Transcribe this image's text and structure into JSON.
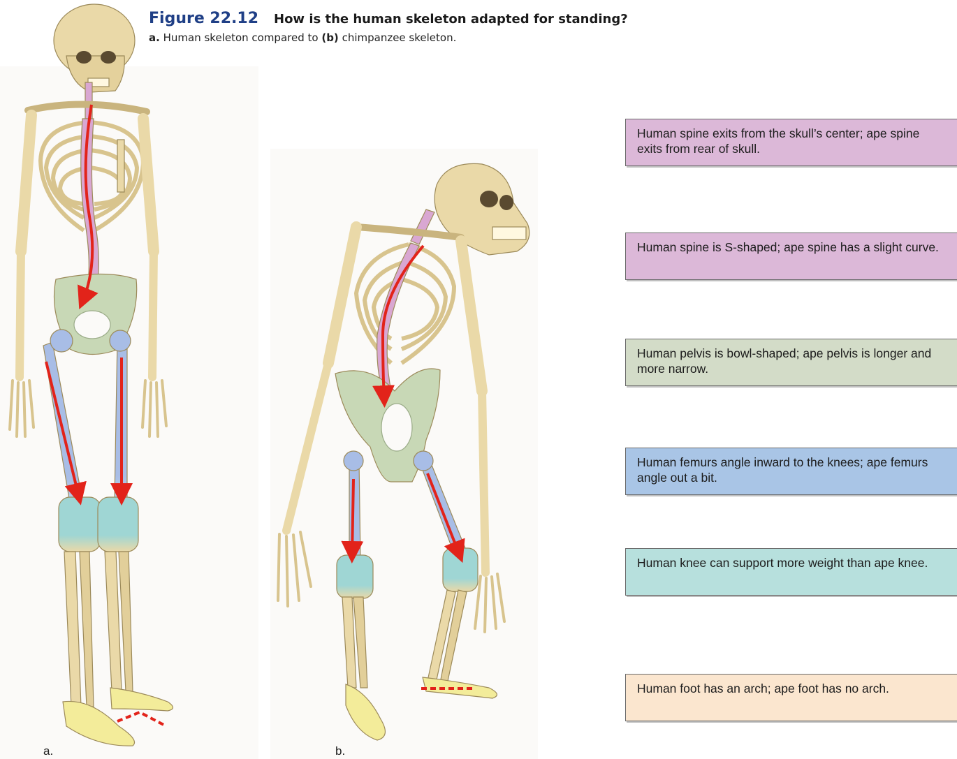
{
  "figure": {
    "number": "Figure 22.12",
    "title": "How is the human skeleton adapted for standing?",
    "subtitle_a": "a.",
    "subtitle_mid": "Human skeleton compared to",
    "subtitle_b": "(b)",
    "subtitle_end": "chimpanzee skeleton."
  },
  "captions": {
    "a": "a.",
    "b": "b."
  },
  "callouts": [
    {
      "text": "Human spine exits from the skull’s center; ape spine exits from rear of skull.",
      "color": "#dcb8d8"
    },
    {
      "text": "Human spine is S-shaped; ape spine has a slight curve.",
      "color": "#dcb8d8"
    },
    {
      "text": "Human pelvis is bowl-shaped; ape pelvis is longer and more narrow.",
      "color": "#d3dcc8"
    },
    {
      "text": "Human femurs angle inward to the knees; ape femurs angle out a bit.",
      "color": "#a9c5e6"
    },
    {
      "text": "Human knee can support more weight than ape knee.",
      "color": "#b7e0dd"
    },
    {
      "text": "Human foot has an arch; ape foot has no arch.",
      "color": "#fbe6cf"
    }
  ],
  "colors": {
    "bone": "#ead9a8",
    "spine": "#d9a7d2",
    "pelvis": "#c8d8b6",
    "femur": "#a8bde6",
    "knee": "#9fd6d4",
    "foot": "#f3ec9a",
    "arrow": "#e2231a"
  }
}
